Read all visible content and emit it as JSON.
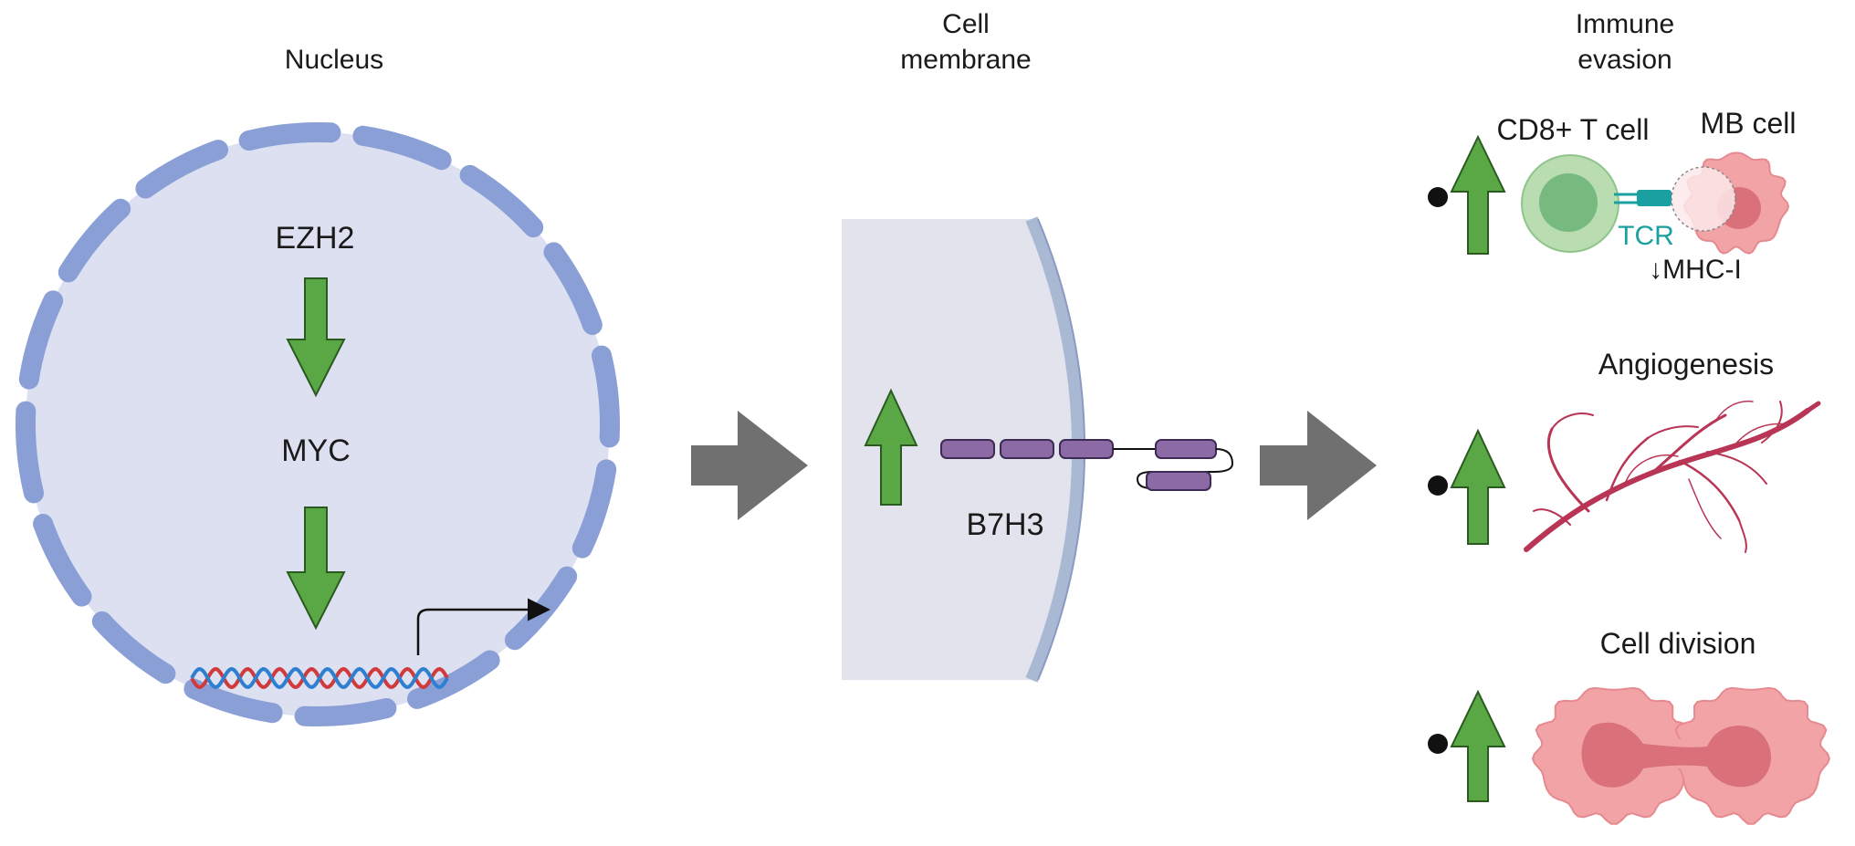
{
  "headers": {
    "nucleus": "Nucleus",
    "membrane_line1": "Cell",
    "membrane_line2": "membrane",
    "immune_line1": "Immune",
    "immune_line2": "evasion"
  },
  "nucleus": {
    "gene1": "EZH2",
    "gene2": "MYC"
  },
  "membrane": {
    "protein": "B7H3"
  },
  "immune": {
    "tcell_label": "CD8+ T cell",
    "mb_label": "MB cell",
    "tcr_label": "TCR",
    "mhc_label": "↓MHC-I"
  },
  "outcomes": {
    "angiogenesis": "Angiogenesis",
    "cell_division": "Cell division"
  },
  "colors": {
    "nucleus_fill": "#dce0f0",
    "envelope": "#8a9fd6",
    "green_arrow": "#5aa845",
    "gray_arrow": "#707070",
    "b7h3": "#8b6aa5",
    "tcr": "#1aa0a0",
    "mb_cell": "#f2a3a6",
    "vessel": "#b83555"
  }
}
